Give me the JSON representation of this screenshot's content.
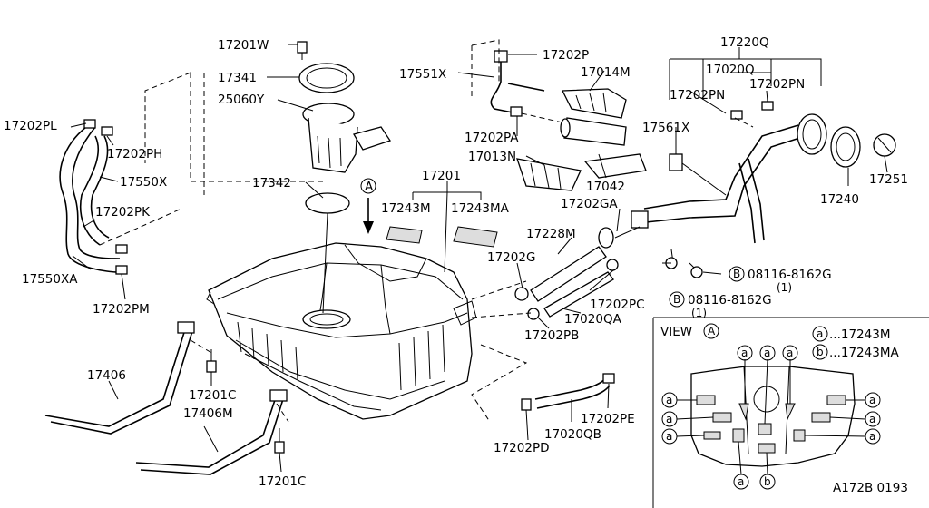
{
  "labels": {
    "p17201W": "17201W",
    "p17341": "17341",
    "p25060Y": "25060Y",
    "p17202PL": "17202PL",
    "p17202PH": "17202PH",
    "p17550X": "17550X",
    "p17202PK": "17202PK",
    "p17550XA": "17550XA",
    "p17202PM": "17202PM",
    "p17342": "17342",
    "arrowA": "A",
    "p17201": "17201",
    "p17243M": "17243M",
    "p17243MA": "17243MA",
    "p17202P": "17202P",
    "p17551X": "17551X",
    "p17014M": "17014M",
    "p17202PA": "17202PA",
    "p17013N": "17013N",
    "p17042": "17042",
    "p17220Q": "17220Q",
    "p17020Q": "17020Q",
    "p17202PN_a": "17202PN",
    "p17202PN_b": "17202PN",
    "p17561X": "17561X",
    "p17240": "17240",
    "p17251": "17251",
    "p17202GA": "17202GA",
    "p17228M": "17228M",
    "p17202G": "17202G",
    "bolt1_letter": "B",
    "bolt1_num": "08116-8162G",
    "bolt1_qty": "(1)",
    "bolt2_letter": "B",
    "bolt2_num": "08116-8162G",
    "bolt2_qty": "(1)",
    "p17202PC": "17202PC",
    "p17020QA": "17020QA",
    "p17202PB": "17202PB",
    "p17406": "17406",
    "p17201C_a": "17201C",
    "p17406M": "17406M",
    "p17201C_b": "17201C",
    "p17202PE": "17202PE",
    "p17020QB": "17020QB",
    "p17202PD": "17202PD",
    "diagram_code": "A172B 0193"
  },
  "view": {
    "title": "VIEW",
    "circle_letter": "A",
    "legend_a_letter": "a",
    "legend_a_text": "...17243M",
    "legend_b_letter": "b",
    "legend_b_text": "...17243MA",
    "marker_a": "a",
    "marker_b": "b"
  }
}
